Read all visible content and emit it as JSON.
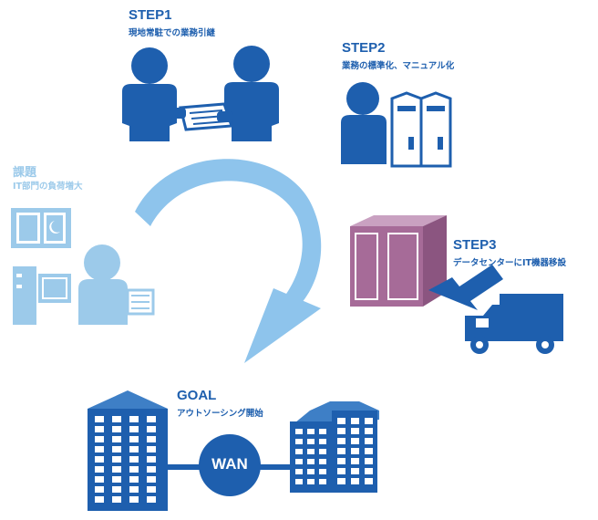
{
  "step1": {
    "title": "STEP1",
    "subtitle": "現地常駐での業務引継"
  },
  "step2": {
    "title": "STEP2",
    "subtitle": "業務の標準化、マニュアル化"
  },
  "step3": {
    "title": "STEP3",
    "subtitle": "データセンターにIT機器移設"
  },
  "issue": {
    "title": "課題",
    "subtitle": "IT部門の負荷増大"
  },
  "goal": {
    "title": "GOAL",
    "subtitle": "アウトソーシング開始"
  },
  "wan": {
    "label": "WAN"
  },
  "colors": {
    "primary_blue": "#1e5fae",
    "light_blue": "#9ccaea",
    "arrow_blue": "#8ec4ec",
    "rack_purple": "#a66b98"
  },
  "icons": [
    "handover-people-icon",
    "person-with-binders-icon",
    "busy-person-icon",
    "server-rack-icon",
    "truck-icon",
    "building-icon",
    "wan-circle-icon"
  ]
}
